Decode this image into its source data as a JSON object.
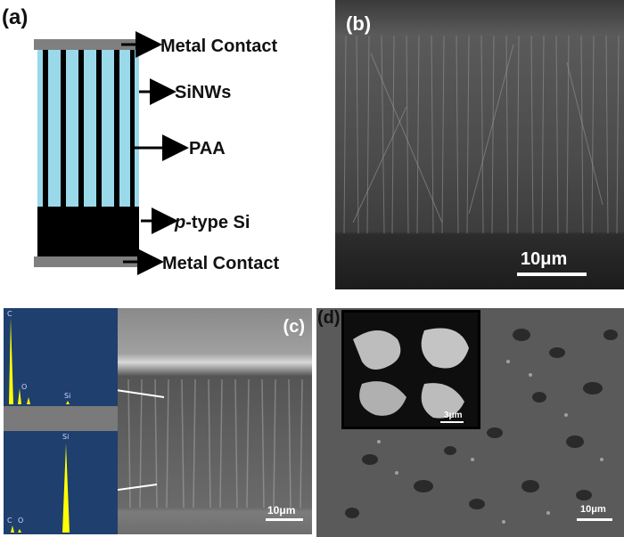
{
  "panel_a": {
    "label": "(a)",
    "annotations": {
      "metal_contact_top": "Metal Contact",
      "sinws": "SiNWs",
      "paa": "PAA",
      "ptype_prefix": "p",
      "ptype_suffix": "-type Si",
      "metal_contact_bottom": "Metal Contact"
    },
    "colors": {
      "paa": "#99d9ea",
      "nanowire": "#000000",
      "contact": "#7f7f7f",
      "substrate": "#000000"
    }
  },
  "panel_b": {
    "label": "(b)",
    "scale_bar": "10μm"
  },
  "panel_c": {
    "label": "(c)",
    "scale_bar": "10μm",
    "edx_top_peaks": [
      "C",
      "O",
      "Si"
    ],
    "edx_bottom_peaks": [
      "Si",
      "C",
      "O"
    ],
    "colors": {
      "edx_bg": "#1f3f6e",
      "spectrum": "#ffff00"
    }
  },
  "panel_d": {
    "label": "(d)",
    "inset_scale_bar": "3μm",
    "scale_bar": "10μm"
  }
}
